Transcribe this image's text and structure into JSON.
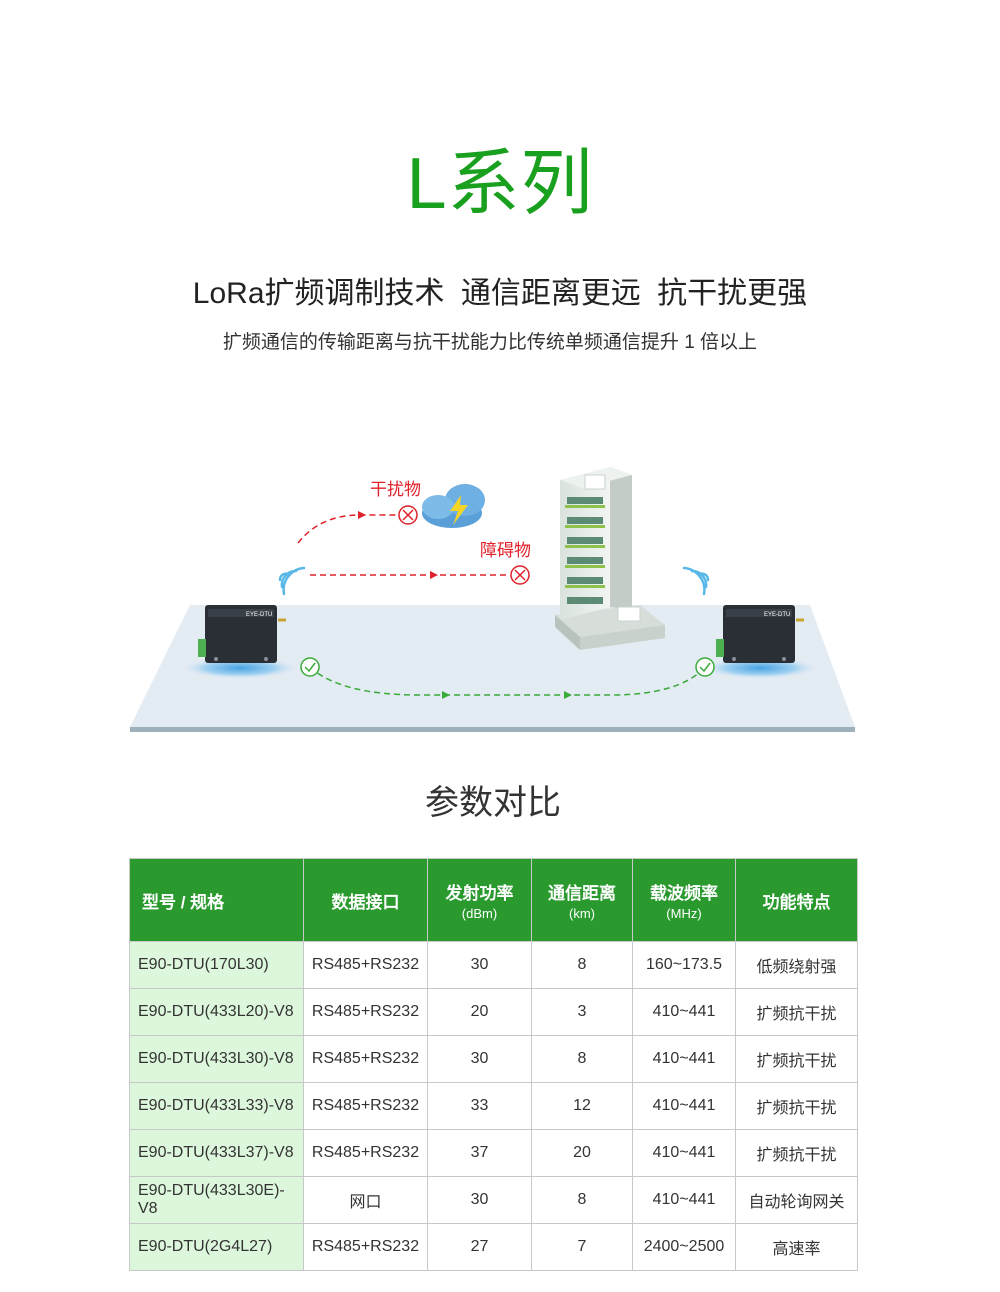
{
  "header": {
    "title": "L系列",
    "headline": "LoRa扩频调制技术  通信距离更远  抗干扰更强",
    "subline": "扩频通信的传输距离与抗干扰能力比传统单频通信提升 1 倍以上"
  },
  "diagram": {
    "interference_label": "干扰物",
    "obstacle_label": "障碍物",
    "device_brand": "EYE-DTU",
    "colors": {
      "interference_red": "#e0202a",
      "success_green": "#3aaa3a",
      "platform": "#e2ebf3"
    }
  },
  "comparison": {
    "title": "参数对比",
    "headers": {
      "model": "型号 / 规格",
      "interface": "数据接口",
      "power": "发射功率",
      "power_unit": "(dBm)",
      "distance": "通信距离",
      "distance_unit": "(km)",
      "frequency": "载波频率",
      "frequency_unit": "(MHz)",
      "feature": "功能特点"
    },
    "rows": [
      {
        "model": "E90-DTU(170L30)",
        "interface": "RS485+RS232",
        "power": "30",
        "distance": "8",
        "frequency": "160~173.5",
        "feature": "低频绕射强"
      },
      {
        "model": "E90-DTU(433L20)-V8",
        "interface": "RS485+RS232",
        "power": "20",
        "distance": "3",
        "frequency": "410~441",
        "feature": "扩频抗干扰"
      },
      {
        "model": "E90-DTU(433L30)-V8",
        "interface": "RS485+RS232",
        "power": "30",
        "distance": "8",
        "frequency": "410~441",
        "feature": "扩频抗干扰"
      },
      {
        "model": "E90-DTU(433L33)-V8",
        "interface": "RS485+RS232",
        "power": "33",
        "distance": "12",
        "frequency": "410~441",
        "feature": "扩频抗干扰"
      },
      {
        "model": "E90-DTU(433L37)-V8",
        "interface": "RS485+RS232",
        "power": "37",
        "distance": "20",
        "frequency": "410~441",
        "feature": "扩频抗干扰"
      },
      {
        "model": "E90-DTU(433L30E)-V8",
        "interface": "网口",
        "power": "30",
        "distance": "8",
        "frequency": "410~441",
        "feature": "自动轮询网关"
      },
      {
        "model": "E90-DTU(2G4L27)",
        "interface": "RS485+RS232",
        "power": "27",
        "distance": "7",
        "frequency": "2400~2500",
        "feature": "高速率"
      }
    ]
  },
  "colors": {
    "title_green": "#1aa01f",
    "table_header_green": "#2a9a2f",
    "model_cell_bg": "#ddf7dc"
  }
}
